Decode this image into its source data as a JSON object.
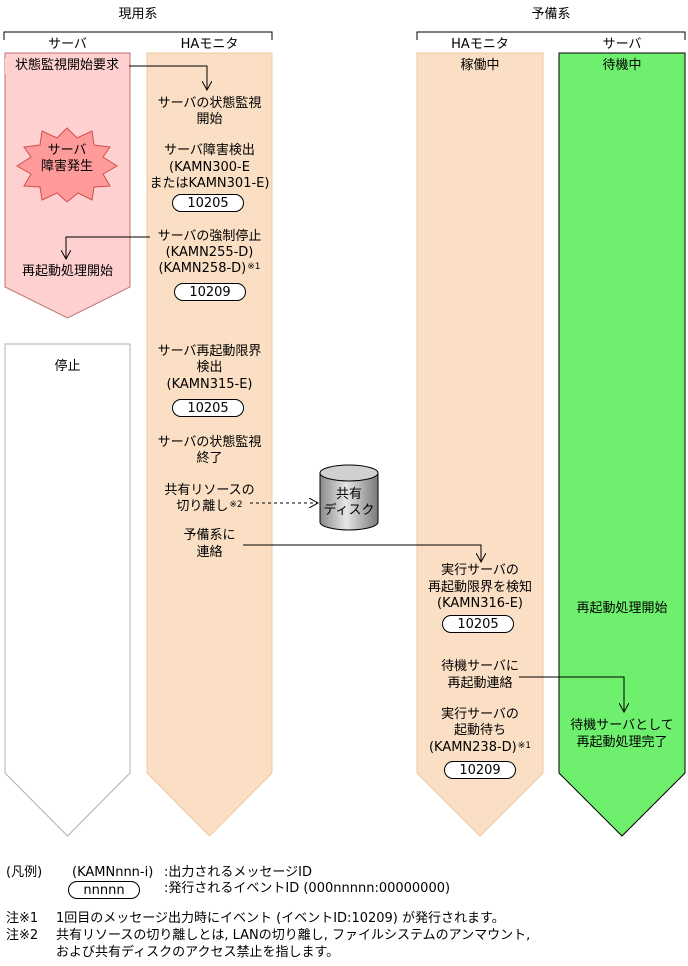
{
  "systems": {
    "active": "現用系",
    "standby": "予備系"
  },
  "columns": {
    "active_server": "サーバ",
    "active_ha": "HAモニタ",
    "standby_ha": "HAモニタ",
    "standby_server": "サーバ"
  },
  "active_server": {
    "request": "状態監視開始要求",
    "fault_line1": "サーバ",
    "fault_line2": "障害発生",
    "restart_start": "再起動処理開始",
    "stopped": "停止"
  },
  "active_ha": {
    "monitor_start_1": "サーバの状態監視",
    "monitor_start_2": "開始",
    "fault_detect_1": "サーバ障害検出",
    "fault_detect_2": "(KAMN300-E",
    "fault_detect_3": "またはKAMN301-E)",
    "event_1": "10205",
    "force_stop_1": "サーバの強制停止",
    "force_stop_2": "(KAMN255-D)",
    "force_stop_3": "(KAMN258-D)",
    "note_mark_1": "※1",
    "event_2": "10209",
    "limit_1": "サーバ再起動限界",
    "limit_2": "検出",
    "limit_3": "(KAMN315-E)",
    "event_3": "10205",
    "monitor_end_1": "サーバの状態監視",
    "monitor_end_2": "終了",
    "separate_1": "共有リソースの",
    "separate_2": "切り離し",
    "note_mark_2": "※2",
    "notify_1": "予備系に",
    "notify_2": "連絡"
  },
  "disk": {
    "line1": "共有",
    "line2": "ディスク"
  },
  "standby_ha": {
    "running": "稼働中",
    "detect_1": "実行サーバの",
    "detect_2": "再起動限界を検知",
    "detect_3": "(KAMN316-E)",
    "event_1": "10205",
    "notify_1": "待機サーバに",
    "notify_2": "再起動連絡",
    "wait_1": "実行サーバの",
    "wait_2": "起動待ち",
    "wait_3": "(KAMN238-D)",
    "note_mark": "※1",
    "event_2": "10209"
  },
  "standby_server": {
    "waiting": "待機中",
    "restart_start": "再起動処理開始",
    "done_1": "待機サーバとして",
    "done_2": "再起動処理完了"
  },
  "legend": {
    "title": "(凡例)",
    "msg_sample": "(KAMNnnn-i)",
    "msg_desc": ":出力されるメッセージID",
    "event_sample": "nnnnn",
    "event_desc": ":発行されるイベントID (000nnnnn:00000000)"
  },
  "notes": {
    "n1_label": "注※1",
    "n1_text": "1回目のメッセージ出力時にイベント (イベントID:10209) が発行されます。",
    "n2_label": "注※2",
    "n2_text_1": "共有リソースの切り離しとは, LANの切り離し, ファイルシステムのアンマウント,",
    "n2_text_2": "および共有ディスクのアクセス禁止を指します。"
  },
  "colors": {
    "active_server_fill": "#ffd0d0",
    "ha_fill": "#fadfc5",
    "standby_server_fill": "#6ef06e",
    "burst_fill": "#ff9a9a"
  }
}
